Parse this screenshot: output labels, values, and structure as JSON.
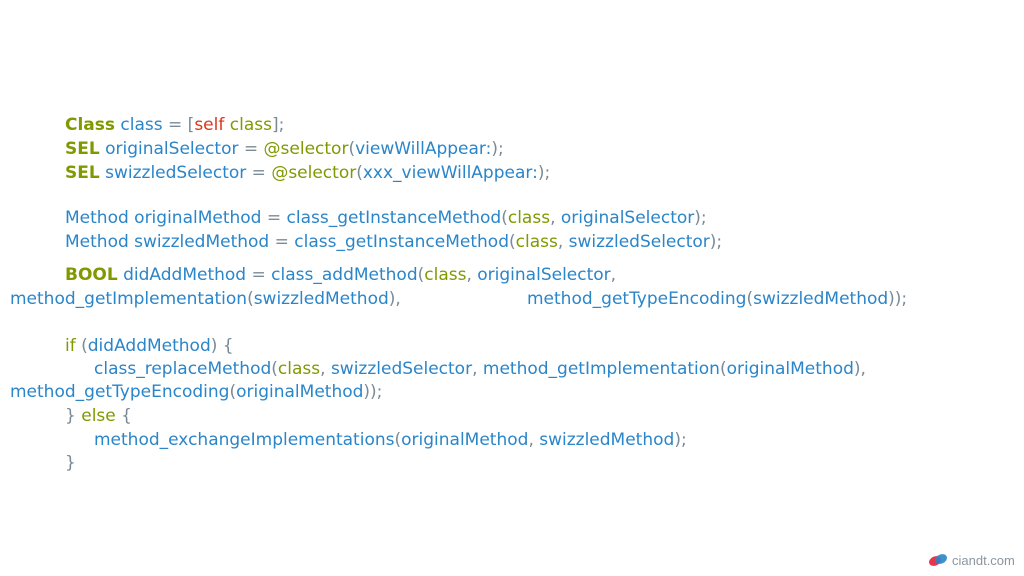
{
  "colors": {
    "keyword": "#7f9a00",
    "identifier": "#2a85c9",
    "punctuation": "#7a8a96",
    "self": "#d9371c"
  },
  "code_lines": [
    [
      {
        "t": "Class",
        "c": "kwb"
      },
      {
        "t": " class",
        "c": "bl"
      },
      {
        "t": " = [",
        "c": "gy"
      },
      {
        "t": "self",
        "c": "rd"
      },
      {
        "t": " class",
        "c": "kw"
      },
      {
        "t": "];",
        "c": "gy"
      }
    ],
    [
      {
        "t": "SEL",
        "c": "kwb"
      },
      {
        "t": " originalSelector",
        "c": "bl"
      },
      {
        "t": " = ",
        "c": "gy"
      },
      {
        "t": "@selector",
        "c": "kw"
      },
      {
        "t": "(",
        "c": "gy"
      },
      {
        "t": "viewWillAppear:",
        "c": "bl"
      },
      {
        "t": ");",
        "c": "gy"
      }
    ],
    [
      {
        "t": "SEL",
        "c": "kwb"
      },
      {
        "t": " swizzledSelector",
        "c": "bl"
      },
      {
        "t": " = ",
        "c": "gy"
      },
      {
        "t": "@selector",
        "c": "kw"
      },
      {
        "t": "(",
        "c": "gy"
      },
      {
        "t": "xxx_viewWillAppear:",
        "c": "bl"
      },
      {
        "t": ");",
        "c": "gy"
      }
    ],
    [
      {
        "t": "Method originalMethod",
        "c": "bl"
      },
      {
        "t": " = ",
        "c": "gy"
      },
      {
        "t": "class_getInstanceMethod",
        "c": "bl"
      },
      {
        "t": "(",
        "c": "gy"
      },
      {
        "t": "class",
        "c": "kw"
      },
      {
        "t": ", ",
        "c": "gy"
      },
      {
        "t": "originalSelector",
        "c": "bl"
      },
      {
        "t": ");",
        "c": "gy"
      }
    ],
    [
      {
        "t": "Method swizzledMethod",
        "c": "bl"
      },
      {
        "t": " = ",
        "c": "gy"
      },
      {
        "t": "class_getInstanceMethod",
        "c": "bl"
      },
      {
        "t": "(",
        "c": "gy"
      },
      {
        "t": "class",
        "c": "kw"
      },
      {
        "t": ", ",
        "c": "gy"
      },
      {
        "t": "swizzledSelector",
        "c": "bl"
      },
      {
        "t": ");",
        "c": "gy"
      }
    ],
    [
      {
        "t": "BOOL",
        "c": "kwb"
      },
      {
        "t": " didAddMethod",
        "c": "bl"
      },
      {
        "t": " = ",
        "c": "gy"
      },
      {
        "t": "class_addMethod",
        "c": "bl"
      },
      {
        "t": "(",
        "c": "gy"
      },
      {
        "t": "class",
        "c": "kw"
      },
      {
        "t": ", ",
        "c": "gy"
      },
      {
        "t": "originalSelector",
        "c": "bl"
      },
      {
        "t": ",",
        "c": "gy"
      }
    ],
    [
      {
        "t": "method_getImplementation",
        "c": "bl"
      },
      {
        "t": "(",
        "c": "gy"
      },
      {
        "t": "swizzledMethod",
        "c": "bl"
      },
      {
        "t": "),",
        "c": "gy"
      }
    ],
    [
      {
        "t": "method_getTypeEncoding",
        "c": "bl"
      },
      {
        "t": "(",
        "c": "gy"
      },
      {
        "t": "swizzledMethod",
        "c": "bl"
      },
      {
        "t": "));",
        "c": "gy"
      }
    ],
    [
      {
        "t": "if",
        "c": "kw"
      },
      {
        "t": " (",
        "c": "gy"
      },
      {
        "t": "didAddMethod",
        "c": "bl"
      },
      {
        "t": ") {",
        "c": "gy"
      }
    ],
    [
      {
        "t": "class_replaceMethod",
        "c": "bl"
      },
      {
        "t": "(",
        "c": "gy"
      },
      {
        "t": "class",
        "c": "kw"
      },
      {
        "t": ", ",
        "c": "gy"
      },
      {
        "t": "swizzledSelector",
        "c": "bl"
      },
      {
        "t": ", ",
        "c": "gy"
      },
      {
        "t": "method_getImplementation",
        "c": "bl"
      },
      {
        "t": "(",
        "c": "gy"
      },
      {
        "t": "originalMethod",
        "c": "bl"
      },
      {
        "t": "),",
        "c": "gy"
      }
    ],
    [
      {
        "t": "method_getTypeEncoding",
        "c": "bl"
      },
      {
        "t": "(",
        "c": "gy"
      },
      {
        "t": "originalMethod",
        "c": "bl"
      },
      {
        "t": "));",
        "c": "gy"
      }
    ],
    [
      {
        "t": "} ",
        "c": "gy"
      },
      {
        "t": "else",
        "c": "kw"
      },
      {
        "t": " {",
        "c": "gy"
      }
    ],
    [
      {
        "t": "method_exchangeImplementations",
        "c": "bl"
      },
      {
        "t": "(",
        "c": "gy"
      },
      {
        "t": "originalMethod",
        "c": "bl"
      },
      {
        "t": ", ",
        "c": "gy"
      },
      {
        "t": "swizzledMethod",
        "c": "bl"
      },
      {
        "t": ");",
        "c": "gy"
      }
    ],
    [
      {
        "t": "}",
        "c": "gy"
      }
    ]
  ],
  "logo": {
    "text": "ciandt.com",
    "primary": "#e5364c",
    "secondary": "#2a85c9"
  }
}
